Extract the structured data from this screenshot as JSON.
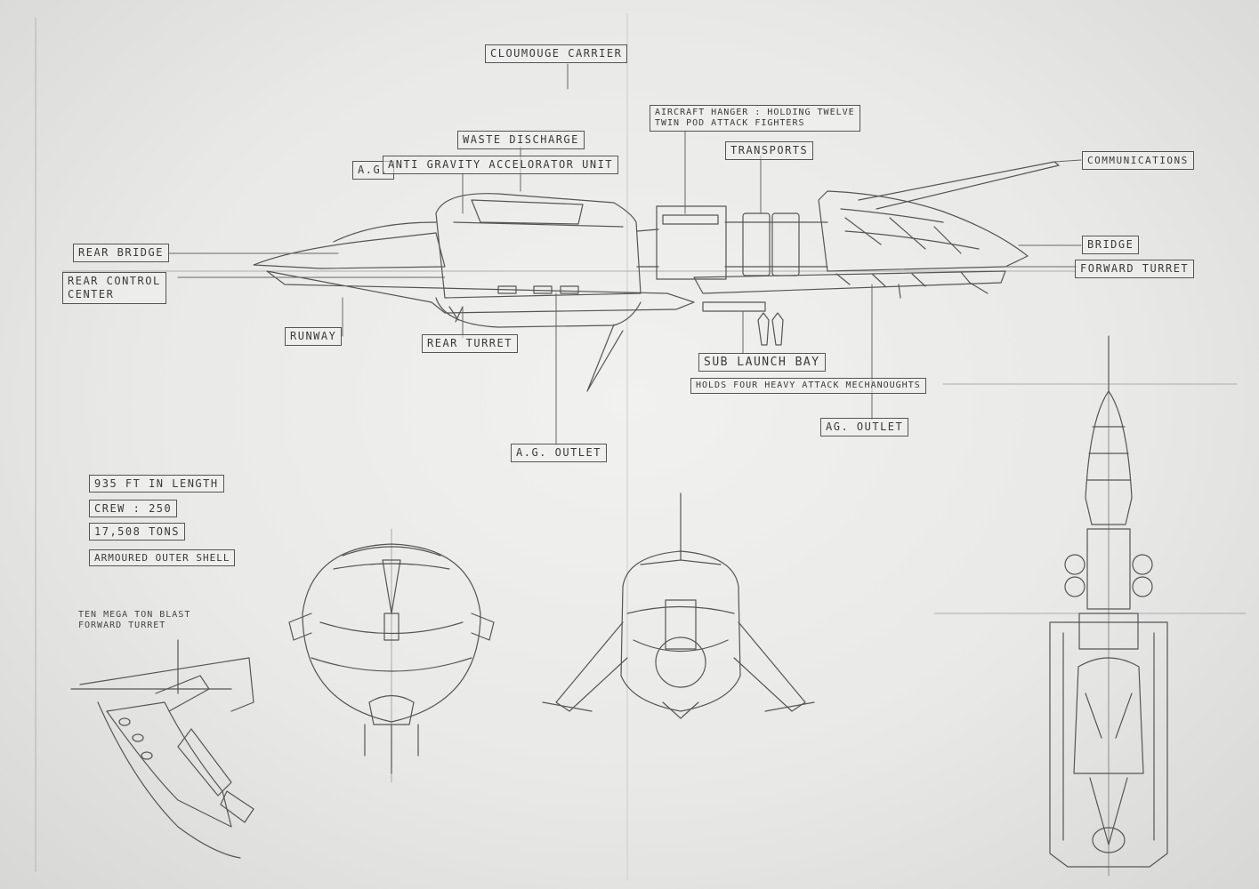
{
  "title": "Cloumouge Carrier",
  "callouts": {
    "waste_discharge": "Waste Discharge",
    "ag_short": "A.G.",
    "ag_unit": "Anti Gravity Accelorator Unit",
    "aircraft_hanger": "Aircraft Hanger : Holding Twelve\nTwin Pod Attack Fighters",
    "transports": "Transports",
    "communications": "Communications",
    "rear_bridge": "Rear Bridge",
    "rear_control_center": "Rear Control\nCenter",
    "bridge": "Bridge",
    "forward_turret": "Forward Turret",
    "runway": "Runway",
    "rear_turret": "Rear Turret",
    "sub_launch_bay": "Sub Launch Bay",
    "holds_mechanoughts": "Holds Four Heavy Attack Mechanoughts",
    "ag_outlet_center": "A.G. Outlet",
    "ag_outlet_right": "AG. Outlet"
  },
  "specs": {
    "length": "935 ft in length",
    "crew": "Crew : 250",
    "tons": "17,508 tons",
    "shell": "Armoured Outer Shell"
  },
  "detail_note": "Ten Mega Ton Blast\nForward Turret"
}
